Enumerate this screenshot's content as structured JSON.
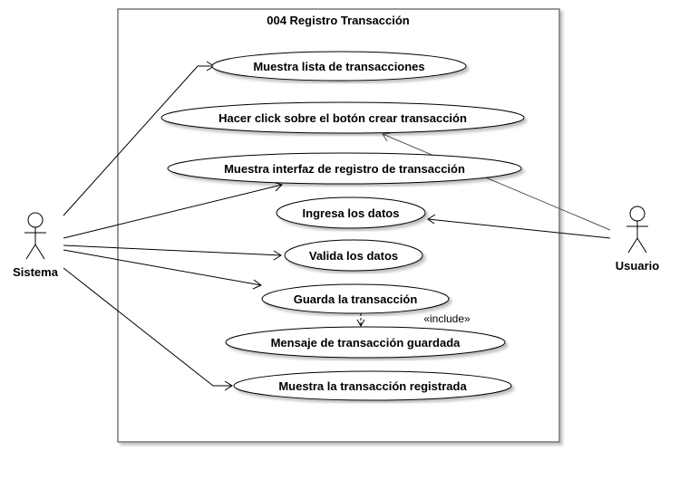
{
  "diagram": {
    "title": "004 Registro Transacción",
    "actors": {
      "sistema": "Sistema",
      "usuario": "Usuario"
    },
    "use_cases": {
      "uc1": "Muestra lista de transacciones",
      "uc2": "Hacer click sobre el botón crear transacción",
      "uc3": "Muestra interfaz de registro de transacción",
      "uc4": "Ingresa los datos",
      "uc5": "Valida los datos",
      "uc6": "Guarda la transacción",
      "uc7": "Mensaje de transacción guardada",
      "uc8": "Muestra la transacción registrada"
    },
    "include_label": "«include»"
  }
}
